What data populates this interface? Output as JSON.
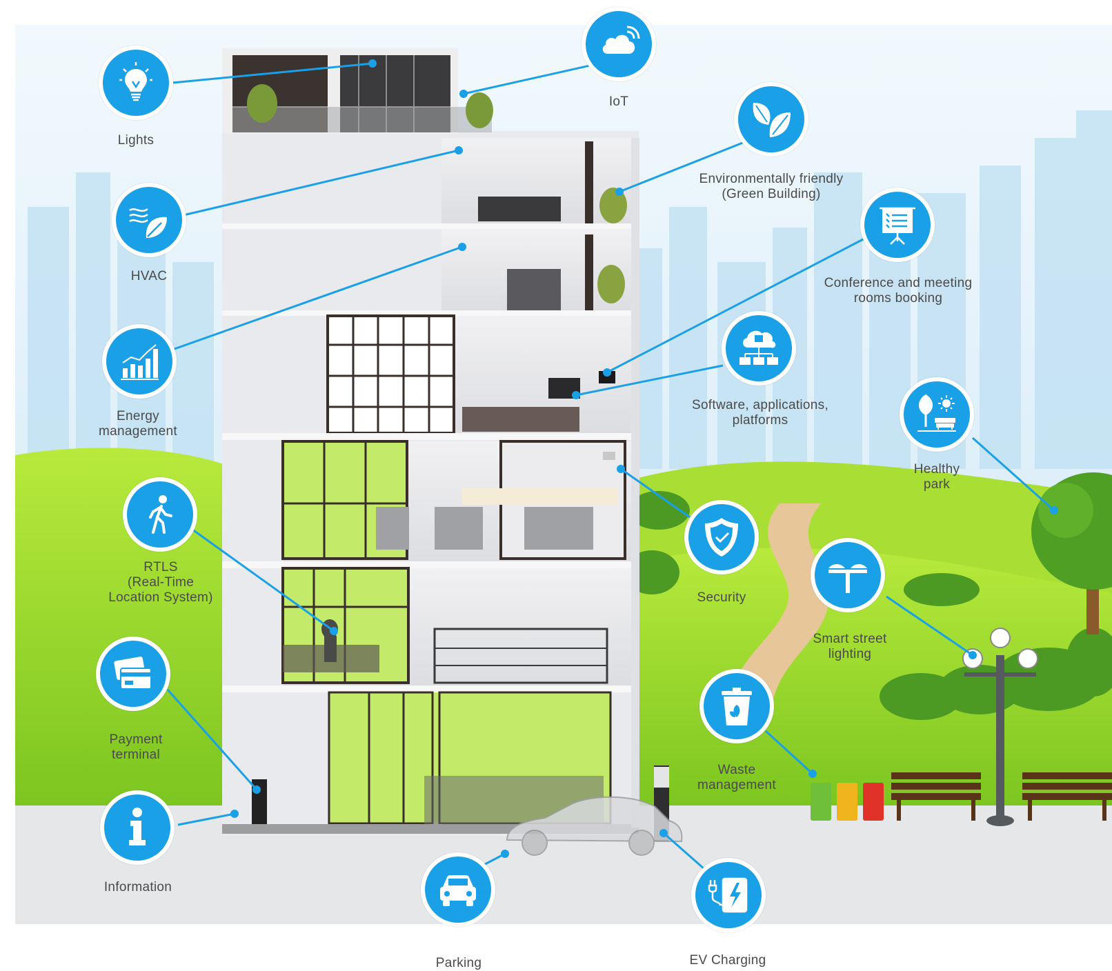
{
  "labels": {
    "lights": "Lights",
    "iot": "IoT",
    "hvac": "HVAC",
    "green_1": "Environmentally friendly",
    "green_2": "(Green Building)",
    "conference_1": "Conference and meeting",
    "conference_2": "rooms booking",
    "energy_1": "Energy",
    "energy_2": "management",
    "software_1": "Software, applications,",
    "software_2": "platforms",
    "healthy_1": "Healthy",
    "healthy_2": "park",
    "rtls_1": "RTLS",
    "rtls_2": "(Real-Time",
    "rtls_3": "Location System)",
    "security": "Security",
    "street_1": "Smart street",
    "street_2": "lighting",
    "payment_1": "Payment",
    "payment_2": "terminal",
    "waste_1": "Waste",
    "waste_2": "management",
    "information": "Information",
    "parking": "Parking",
    "ev": "EV Charging"
  },
  "icons": [
    "lightbulb-icon",
    "cloud-icon",
    "wind-leaf-icon",
    "leaves-icon",
    "presentation-board-icon",
    "bar-chart-icon",
    "cloud-network-icon",
    "tree-sun-bench-icon",
    "walking-person-icon",
    "shield-icon",
    "street-lamp-icon",
    "credit-card-icon",
    "recycle-bin-icon",
    "info-icon",
    "car-icon",
    "ev-charger-icon"
  ],
  "colors": {
    "accent": "#1aa0e6",
    "sky": "#d7edf8",
    "grass": "#8fd62a",
    "road": "#e6e7e8",
    "building": "#e9eaee"
  }
}
